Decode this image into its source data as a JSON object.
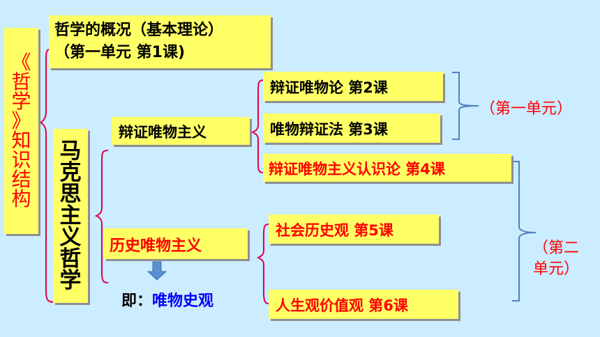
{
  "title": {
    "line1": "《哲学》",
    "line2": "知识结构",
    "chars": [
      "《",
      "哲",
      "学",
      "》",
      "知",
      "识",
      "结",
      "构"
    ]
  },
  "overview": {
    "line1": "哲学的概况（基本理论）",
    "line2": "（第一单元  第1课)"
  },
  "marxism": {
    "chars": [
      "马",
      "克",
      "思",
      "主",
      "义",
      "哲",
      "学"
    ]
  },
  "dialectical_materialism": "辩证唯物主义",
  "historical_materialism": "历史唯物主义",
  "lessons": {
    "l2": "辩证唯物论 第2课",
    "l3": "唯物辩证法 第3课",
    "l4": "辩证唯物主义认识论 第4课",
    "l5": "社会历史观 第5课",
    "l6": "人生观价值观 第6课"
  },
  "that_is": {
    "prefix": "即：",
    "value": "唯物史观"
  },
  "unit1": "（第一单元）",
  "unit2": {
    "line1": "（第二",
    "line2": "单元）"
  },
  "colors": {
    "background": "#ccecff",
    "box_fill": "#ffff66",
    "red": "#ff0000",
    "blue": "#0000ff",
    "bracket_red": "#e0004e",
    "bracket_blue": "#4f81bd",
    "arrow": "#5b8fd0"
  }
}
